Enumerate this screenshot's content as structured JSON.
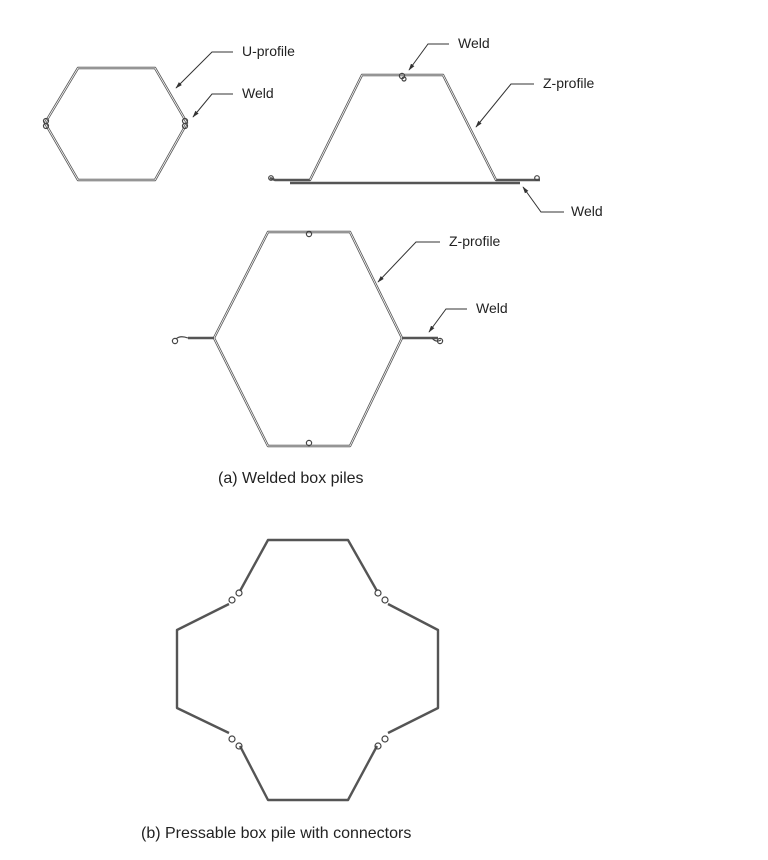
{
  "figure": {
    "part_a": {
      "caption": "(a) Welded box piles",
      "u_profile_box": {
        "labels": {
          "profile": "U-profile",
          "weld": "Weld"
        }
      },
      "z_profile_pair": {
        "labels": {
          "weld_top": "Weld",
          "profile": "Z-profile",
          "weld_bottom": "Weld"
        }
      },
      "z_profile_box": {
        "labels": {
          "profile": "Z-profile",
          "weld": "Weld"
        }
      }
    },
    "part_b": {
      "caption": "(b) Pressable box pile with connectors"
    }
  }
}
